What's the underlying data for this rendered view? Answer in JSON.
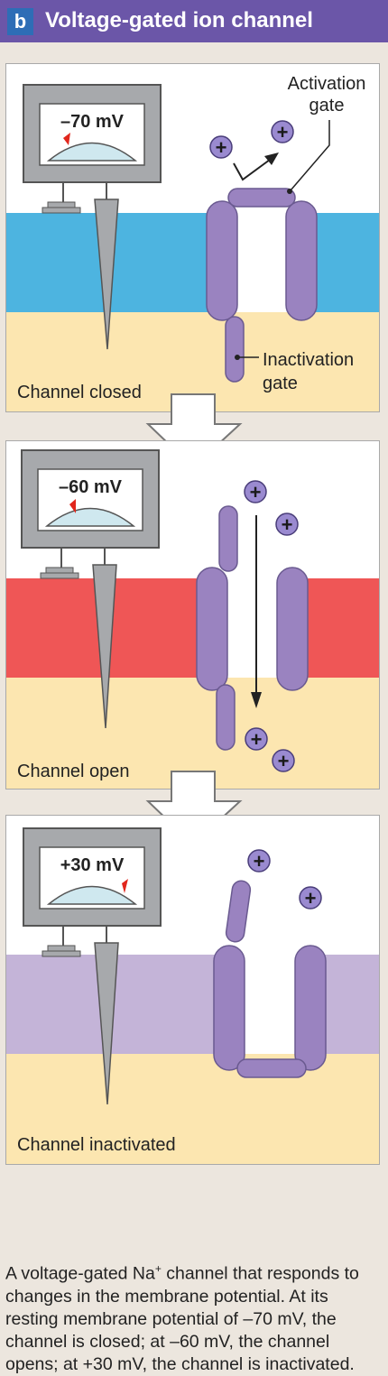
{
  "header": {
    "badge": "b",
    "title": "Voltage-gated ion channel"
  },
  "panels": [
    {
      "voltage": "–70 mV",
      "state": "Channel closed",
      "activation_label": "Activation gate",
      "inactivation_label": "Inactivation gate"
    },
    {
      "voltage": "–60 mV",
      "state": "Channel open"
    },
    {
      "voltage": "+30 mV",
      "state": "Channel inactivated"
    }
  ],
  "caption_parts": {
    "prefix": "A voltage-gated Na",
    "superscript": "+",
    "suffix": " channel that responds to changes in the membrane potential. At its resting membrane potential of –70 mV, the channel is closed; at –60 mV, the channel opens; at +30 mV, the channel is inactivated."
  },
  "colors": {
    "header": "#6b56a8",
    "badge": "#2e6db6",
    "membrane_closed": "#4db4e0",
    "membrane_open": "#ef5656",
    "membrane_inactivated": "#c4b4d8",
    "cytoplasm": "#fce6b0",
    "channel_protein": "#9a83c0",
    "ion": "#9a8ad0"
  },
  "icons": [
    "voltmeter-icon",
    "electrode-icon",
    "ion-icon",
    "arrow-icon"
  ]
}
